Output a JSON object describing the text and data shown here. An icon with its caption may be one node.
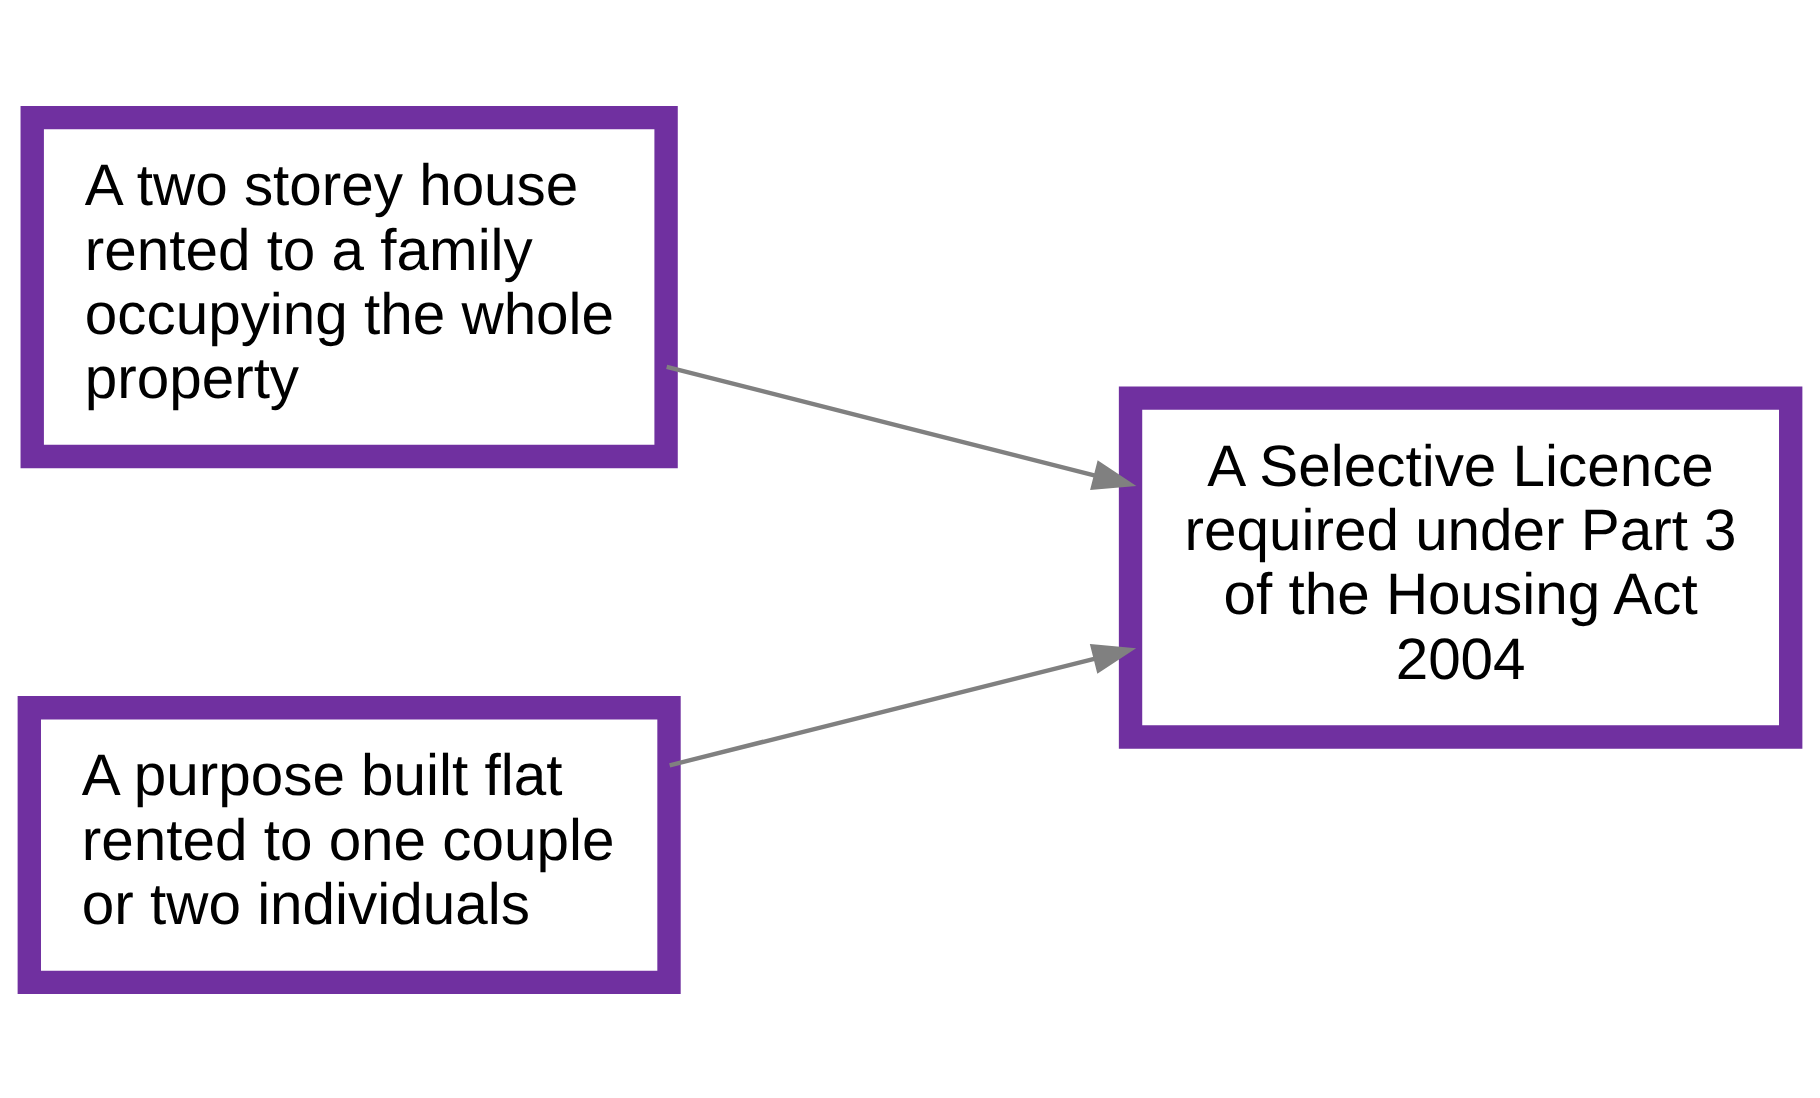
{
  "diagram": {
    "nodes": [
      {
        "text": [
          "A two storey house rented to a family occupying the whole property"
        ]
      },
      {
        "text": [
          "A purpose built flat rented to one couple or two individuals"
        ]
      },
      {
        "text": [
          "A Selective Licence required under Part 3 of the Housing Act 2004"
        ]
      }
    ],
    "edges": [
      {
        "from": 0,
        "to": 2,
        "arrow": "to"
      },
      {
        "from": 1,
        "to": 2,
        "arrow": "to"
      }
    ]
  }
}
